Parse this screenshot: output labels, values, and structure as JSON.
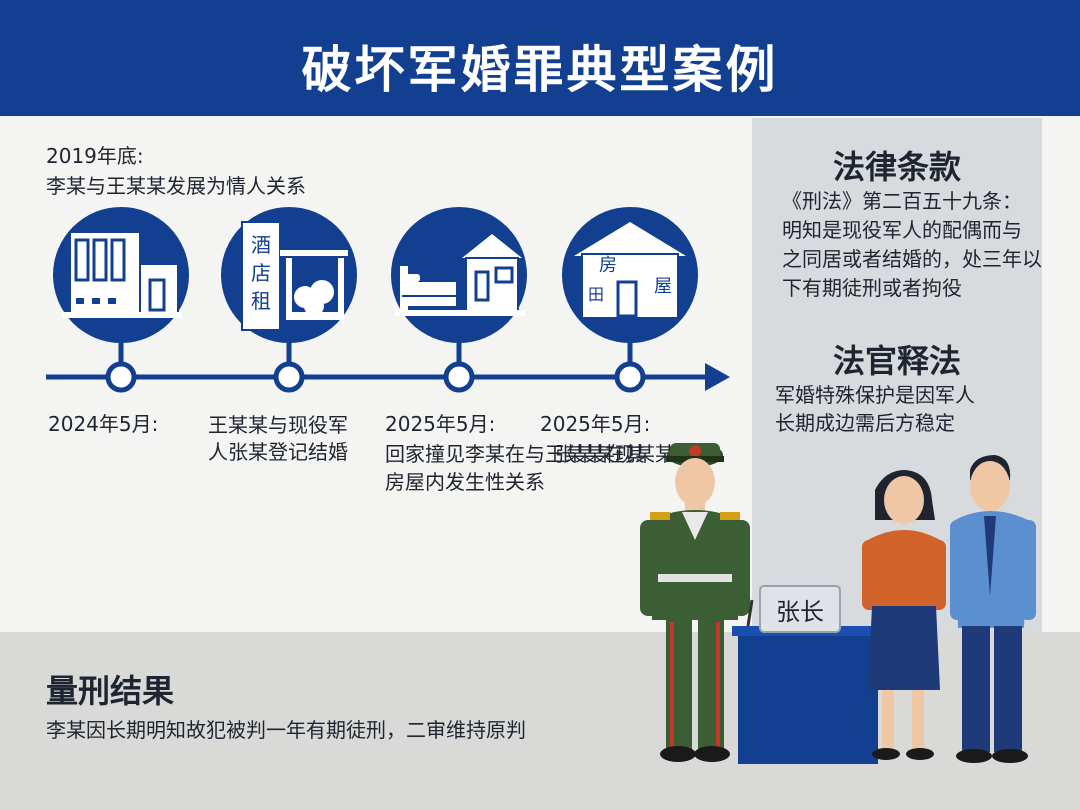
{
  "header": {
    "title": "破坏军婚罪典型案例"
  },
  "timeline": {
    "events": [
      {
        "date": "2019年底:",
        "text": "李某与王某某发展为情人关系"
      },
      {
        "date": "2024年5月:",
        "text": "王某某与现役军人张某登记结婚"
      },
      {
        "date": "2025年5月:",
        "text": "回家撞见李某在与王某某在其房屋内发生性关系"
      },
      {
        "date": "2025年5月:",
        "text": "张某某现某某"
      }
    ],
    "icon_labels": {
      "hotel": [
        "酒",
        "店",
        "租"
      ],
      "house": [
        "房",
        "屋"
      ],
      "house_extra": "田"
    }
  },
  "legal": {
    "title": "法律条款",
    "lines": [
      "《刑法》第二百五十九条：",
      "明知是现役军人的配偶而与",
      "之同居或者结婚的，处三年以",
      "下有期徒刑或者拘役"
    ]
  },
  "judge": {
    "title": "法官释法",
    "lines": [
      "军婚特殊保护是因军人",
      "长期成边需后方稳定"
    ]
  },
  "result": {
    "title": "量刑结果",
    "text": "李某因长期明知故犯被判一年有期徒刑，二审维持原判"
  },
  "scene": {
    "nameplate": "张长"
  },
  "colors": {
    "primary": "#123f8f",
    "sidebar": "#d8dbdd",
    "band": "#d9d9d7"
  }
}
